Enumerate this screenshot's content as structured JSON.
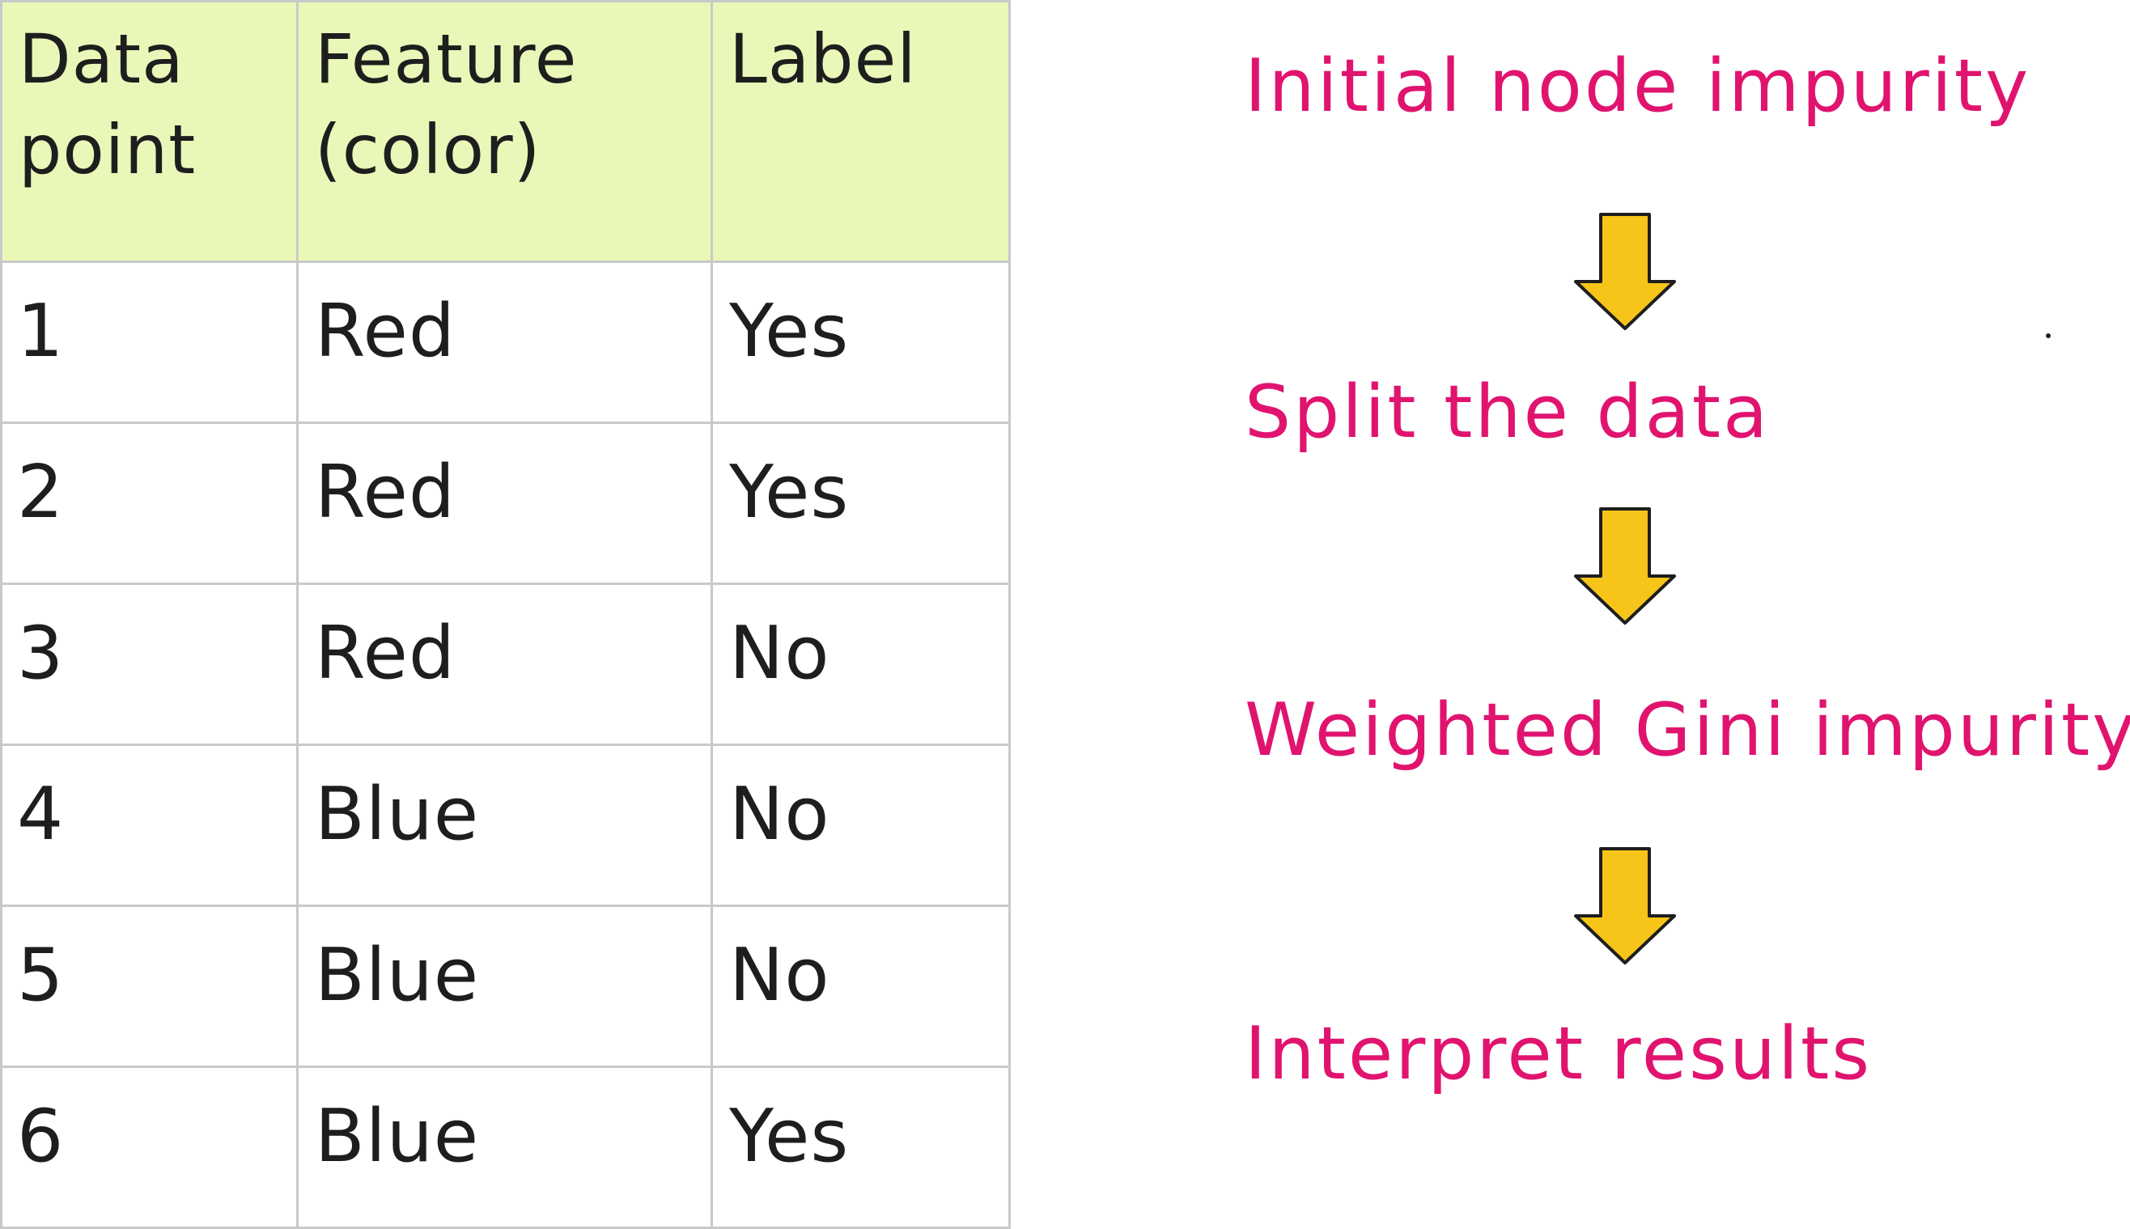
{
  "table": {
    "headers": [
      "Data point",
      "Feature (color)",
      "Label"
    ],
    "rows": [
      [
        "1",
        "Red",
        "Yes"
      ],
      [
        "2",
        "Red",
        "Yes"
      ],
      [
        "3",
        "Red",
        "No"
      ],
      [
        "4",
        "Blue",
        "No"
      ],
      [
        "5",
        "Blue",
        "No"
      ],
      [
        "6",
        "Blue",
        "Yes"
      ]
    ],
    "header_background": "#e9f7b8",
    "grid_color": "#c9c9c9",
    "text_color": "#1e1e1e"
  },
  "flow": {
    "steps": [
      "Initial node impurity",
      "Split the data",
      "Weighted Gini impurity",
      "Interpret results"
    ],
    "step_color": "#e0146f",
    "arrow_icon": "arrow-down-icon",
    "arrow_fill": "#f7c419",
    "arrow_stroke": "#1e1e1e"
  }
}
